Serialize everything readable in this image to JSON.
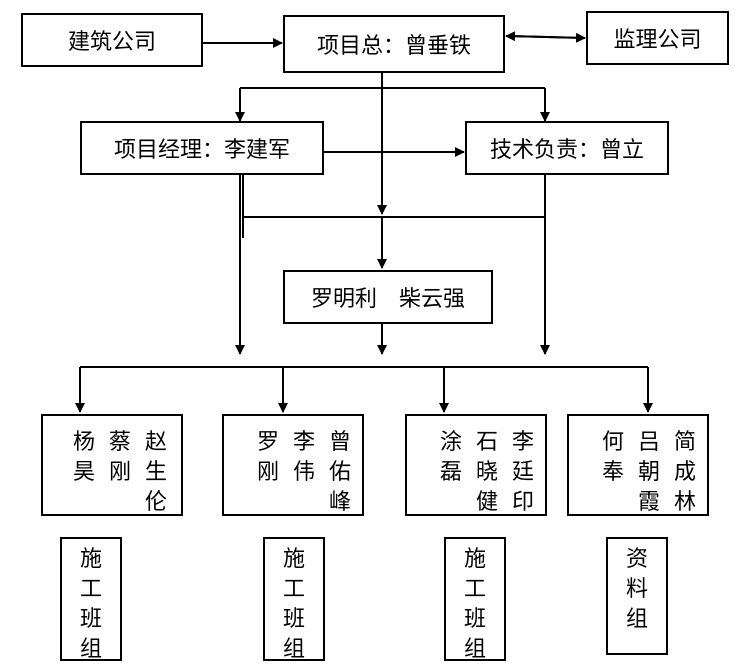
{
  "nodes": {
    "construction_company": "建筑公司",
    "project_head": "项目总：曾垂铁",
    "supervision_company": "监理公司",
    "project_manager": "项目经理：李建军",
    "tech_lead": "技术负责：曾立",
    "middle": "罗明利　柴云强"
  },
  "teams": [
    {
      "columns": [
        "杨昊",
        "蔡刚",
        "赵生伦"
      ],
      "label": "施工班组"
    },
    {
      "columns": [
        "罗刚",
        "李伟",
        "曾佑峰"
      ],
      "label": "施工班组"
    },
    {
      "columns": [
        "涂磊",
        "石晓健",
        "李廷印"
      ],
      "label": "施工班组"
    },
    {
      "columns": [
        "何奉",
        "吕朝霞",
        "简成林"
      ],
      "label": "资料组"
    }
  ]
}
